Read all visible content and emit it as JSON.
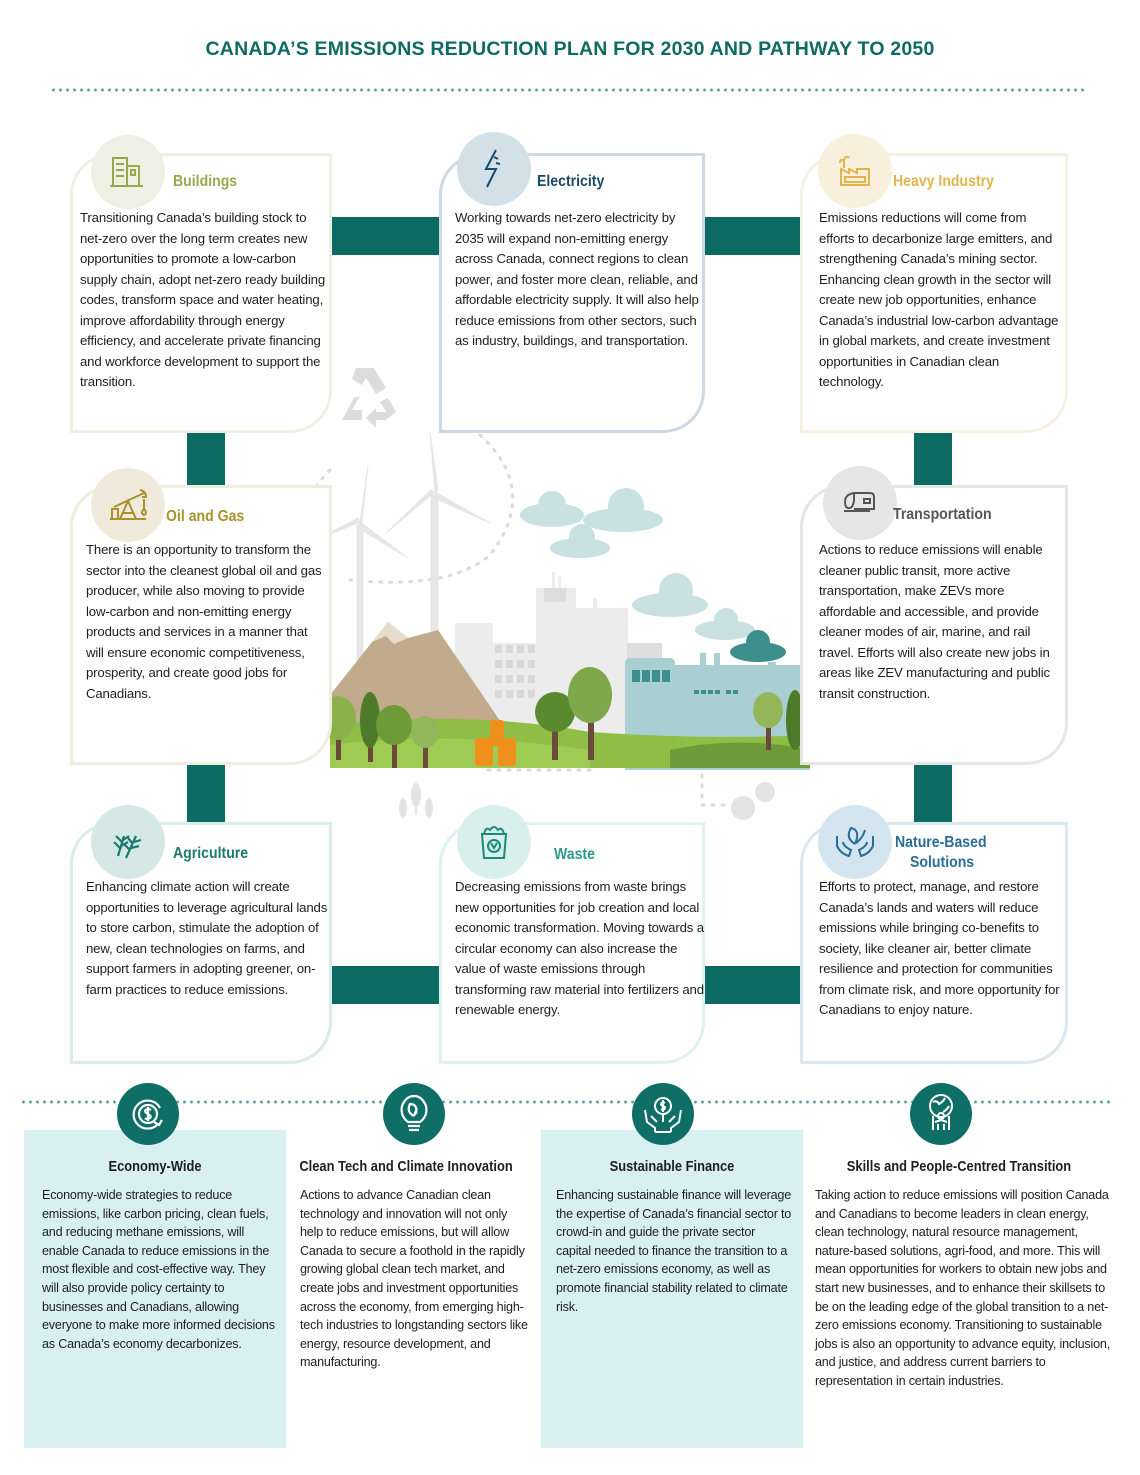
{
  "title": "CANADA’S EMISSIONS REDUCTION PLAN FOR 2030 AND PATHWAY TO 2050",
  "colors": {
    "title": "#0e6b63",
    "connector": "#0b6b63",
    "pillar_icon_bg": "#0f6e66",
    "pillar_shade": "#d9f0f0"
  },
  "sectors": [
    {
      "id": "buildings",
      "title": "Buildings",
      "icon": "buildings-icon",
      "title_color": "#9aa84d",
      "border_color": "#eef0e3",
      "badge_bg": "#eef0e3",
      "body": "Transitioning Canada’s building stock to net-zero over the long term creates new opportunities to promote a low-carbon supply chain, adopt net-zero ready building codes, transform space and water heating, improve affordability through energy efficiency, and accelerate private financing and workforce development to support the transition."
    },
    {
      "id": "electricity",
      "title": "Electricity",
      "icon": "lightning-bolt-icon",
      "title_color": "#174b6b",
      "border_color": "#cdd9e2",
      "badge_bg": "#d4e0e8",
      "body": "Working towards net-zero electricity by 2035 will expand non-emitting energy across Canada, connect regions to clean power, and foster more clean, reliable, and affordable electricity supply. It will also help reduce emissions from other sectors, such as industry, buildings, and transportation."
    },
    {
      "id": "heavy-industry",
      "title": "Heavy Industry",
      "icon": "factory-icon",
      "title_color": "#e0b64a",
      "border_color": "#f6f1e2",
      "badge_bg": "#f8f0dc",
      "body": "Emissions reductions will come from efforts to decarbonize large emitters, and strengthening Canada’s mining sector. Enhancing clean growth in the sector will create new job opportunities, enhance Canada’s industrial low-carbon advantage in global markets, and create investment opportunities in Canadian clean technology."
    },
    {
      "id": "oil-and-gas",
      "title": "Oil and Gas",
      "icon": "oil-pump-icon",
      "title_color": "#a8922c",
      "border_color": "#efede0",
      "badge_bg": "#efeadb",
      "body": "There is an opportunity to transform the sector into the cleanest global oil and gas producer, while also moving to provide low-carbon and non-emitting energy products and services in a manner that will ensure economic competitiveness, prosperity, and create good jobs for Canadians."
    },
    {
      "id": "transportation",
      "title": "Transportation",
      "icon": "vehicle-icon",
      "title_color": "#555555",
      "border_color": "#e6e6e6",
      "badge_bg": "#e6e6e6",
      "body": "Actions to reduce emissions will enable cleaner public transit, more active transportation, make ZEVs more affordable and accessible, and provide cleaner modes of air, marine, and rail travel. Efforts will also create new jobs in areas like ZEV manufacturing and public transit construction."
    },
    {
      "id": "agriculture",
      "title": "Agriculture",
      "icon": "wheat-icon",
      "title_color": "#1a7a70",
      "border_color": "#d9ebea",
      "badge_bg": "#d6e8e6",
      "body": "Enhancing climate action will create opportunities to leverage agricultural lands to store carbon, stimulate the adoption of new, clean technologies on farms, and support farmers in adopting greener, on-farm practices to reduce emissions."
    },
    {
      "id": "waste",
      "title": "Waste",
      "icon": "recycling-bin-icon",
      "title_color": "#2a9a8c",
      "border_color": "#def2f0",
      "badge_bg": "#d8efec",
      "body": "Decreasing emissions from waste brings new opportunities for job creation and local economic transformation. Moving towards a circular economy can also increase the value of waste emissions through transforming raw material into fertilizers and renewable energy."
    },
    {
      "id": "nature-based-solutions",
      "title": "Nature-Based Solutions",
      "title_lines": [
        "Nature-Based",
        "Solutions"
      ],
      "icon": "hands-leaf-icon",
      "title_color": "#2a6e96",
      "border_color": "#dbe7ef",
      "badge_bg": "#d5e5ef",
      "body": "Efforts to protect, manage, and restore Canada’s lands and waters will reduce emissions while bringing co-benefits to society, like cleaner air, better climate resilience and protection for communities from climate risk, and more opportunity for Canadians to enjoy nature."
    }
  ],
  "pillars": [
    {
      "id": "economy-wide",
      "title": "Economy-Wide",
      "icon": "dollar-cycle-icon",
      "shaded": true,
      "body": "Economy-wide strategies to reduce emissions, like carbon pricing, clean fuels, and reducing methane emissions, will enable Canada to reduce emissions in the most flexible and cost-effective way. They will also provide policy certainty to businesses and Canadians, allowing everyone to make more informed decisions as Canada’s economy decarbonizes."
    },
    {
      "id": "clean-tech",
      "title": "Clean Tech and Climate Innovation",
      "icon": "lightbulb-leaf-icon",
      "shaded": false,
      "body": "Actions to advance Canadian clean technology and innovation will not only help to reduce emissions, but will allow Canada to secure a foothold in the rapidly growing global clean tech market, and create jobs and investment opportunities across the economy, from emerging high-tech industries to longstanding sectors like energy, resource development, and manufacturing."
    },
    {
      "id": "sustainable-finance",
      "title": "Sustainable Finance",
      "icon": "hands-coin-icon",
      "shaded": true,
      "body": "Enhancing sustainable finance will leverage the expertise of Canada’s financial sector to crowd-in and guide the private sector capital needed to finance the transition to a net-zero emissions economy, as well as promote financial stability related to climate risk."
    },
    {
      "id": "skills",
      "title": "Skills and People-Centred Transition",
      "icon": "people-globe-icon",
      "shaded": false,
      "body": "Taking action to reduce emissions will position Canada and Canadians to become leaders in clean energy, clean technology, natural resource management, nature-based solutions, agri-food, and more. This will mean opportunities for workers to obtain new jobs and start new businesses, and to enhance their skillsets to be on the leading edge of the global transition to a net-zero emissions economy. Transitioning to sustainable jobs is also an opportunity to advance equity, inclusion, and justice, and address current barriers to representation in certain industries."
    }
  ]
}
